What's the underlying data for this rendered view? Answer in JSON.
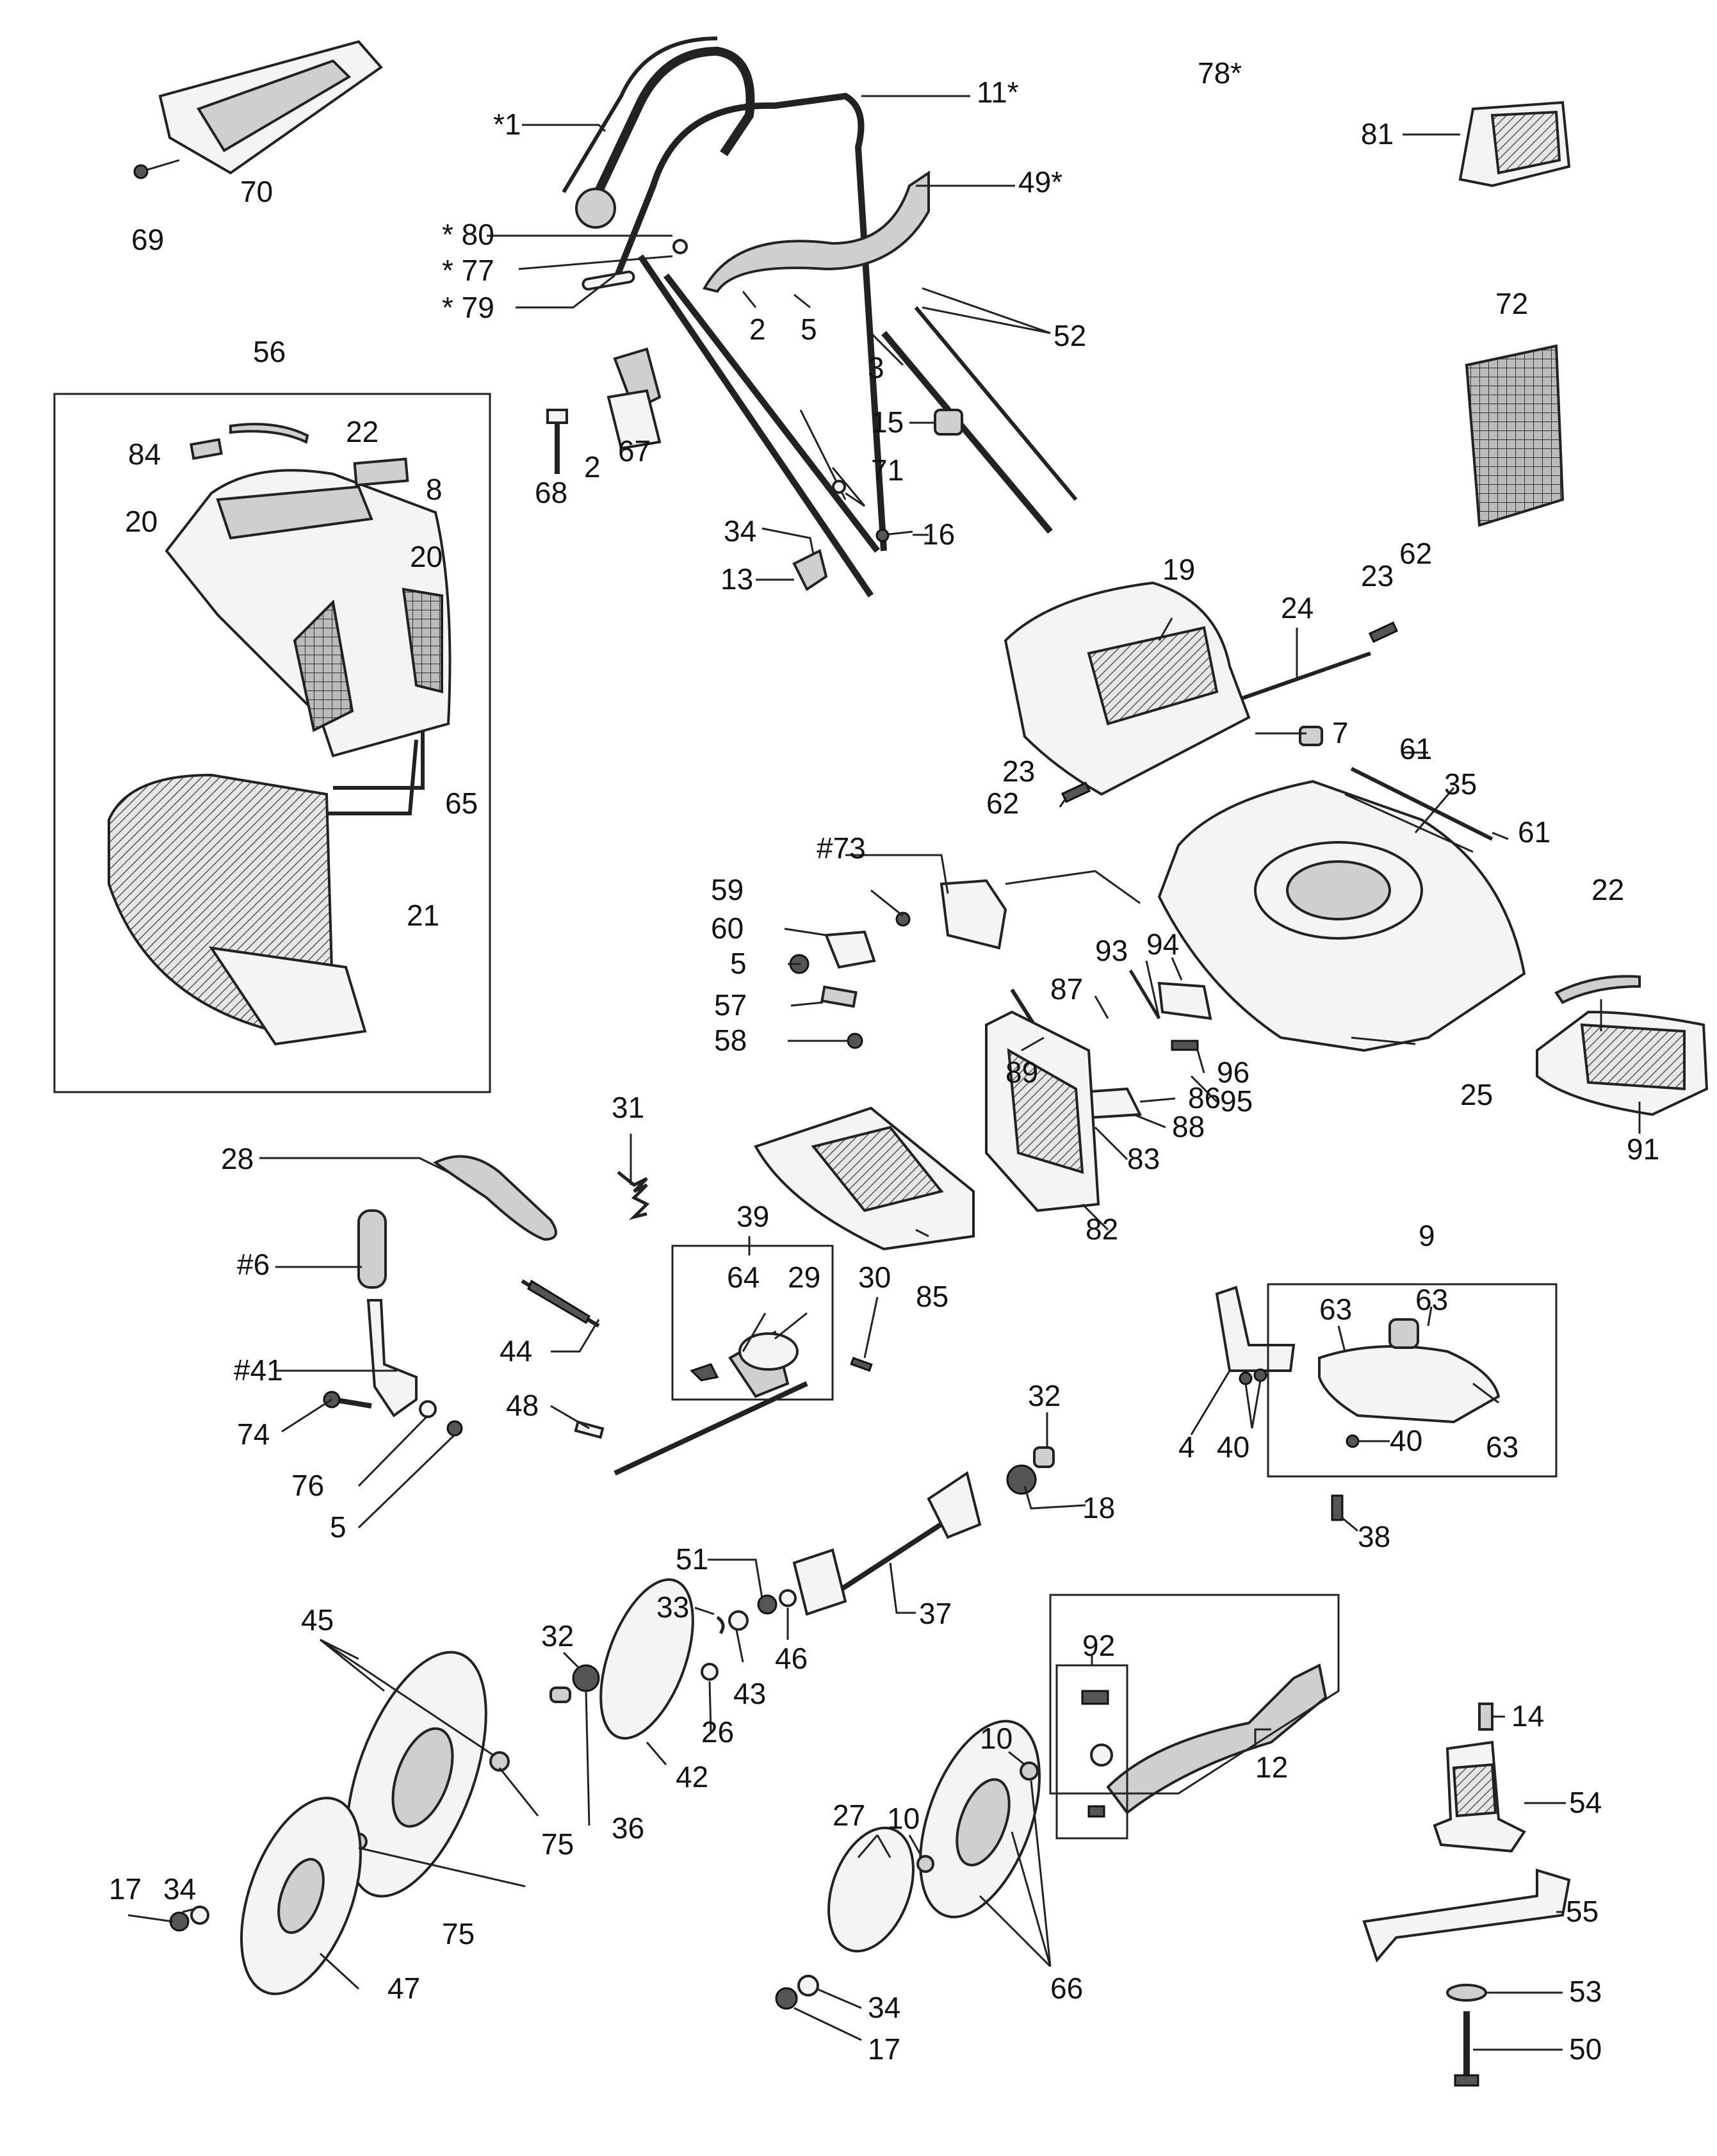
{
  "diagram": {
    "labels": [
      "*1",
      "11*",
      "78*",
      "81",
      "70",
      "69",
      "49*",
      "* 80",
      "* 77",
      "* 79",
      "2",
      "5",
      "52",
      "3",
      "72",
      "56",
      "22",
      "84",
      "8",
      "20",
      "20",
      "68",
      "2",
      "67",
      "15",
      "71",
      "34",
      "16",
      "13",
      "19",
      "24",
      "23",
      "62",
      "7",
      "23",
      "62",
      "61",
      "35",
      "61",
      "65",
      "#73",
      "59",
      "60",
      "5",
      "57",
      "58",
      "21",
      "93",
      "94",
      "87",
      "96",
      "89",
      "95",
      "22",
      "25",
      "86",
      "88",
      "91",
      "31",
      "28",
      "83",
      "39",
      "82",
      "#6",
      "64",
      "29",
      "30",
      "85",
      "9",
      "63",
      "63",
      "44",
      "#41",
      "48",
      "74",
      "76",
      "5",
      "32",
      "18",
      "4",
      "40",
      "40",
      "63",
      "38",
      "51",
      "33",
      "37",
      "43",
      "46",
      "45",
      "32",
      "26",
      "92",
      "14",
      "36",
      "42",
      "12",
      "75",
      "10",
      "54",
      "27",
      "10",
      "75",
      "55",
      "17",
      "34",
      "47",
      "66",
      "53",
      "34",
      "17",
      "50"
    ]
  }
}
